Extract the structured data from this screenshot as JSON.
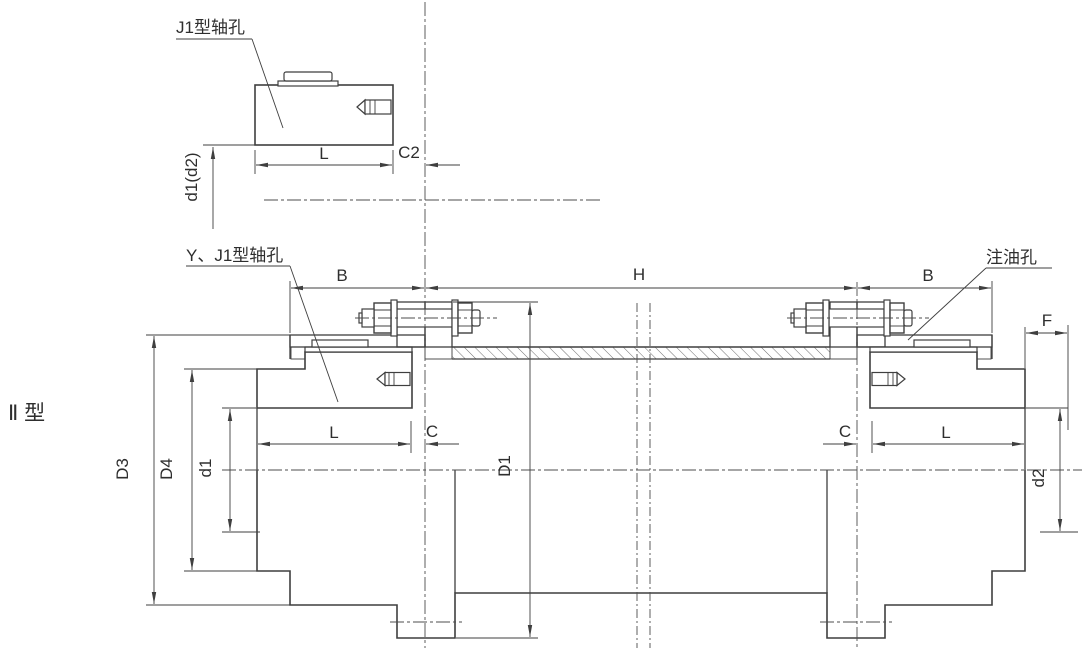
{
  "drawing": {
    "background": "#ffffff",
    "line_color": "#3f3f3f",
    "text_color": "#2e2e2e",
    "type_label": "Ⅱ 型",
    "callouts": {
      "top_shaft_hole": "J1型轴孔",
      "main_shaft_hole": "Y、J1型轴孔",
      "oil_hole": "注油孔"
    },
    "dimensions": {
      "L": "L",
      "C2": "C2",
      "d1_d2": "d1(d2)",
      "B": "B",
      "H": "H",
      "F": "F",
      "C": "C",
      "D3": "D3",
      "D4": "D4",
      "d1": "d1",
      "D1": "D1",
      "d2": "d2"
    }
  }
}
